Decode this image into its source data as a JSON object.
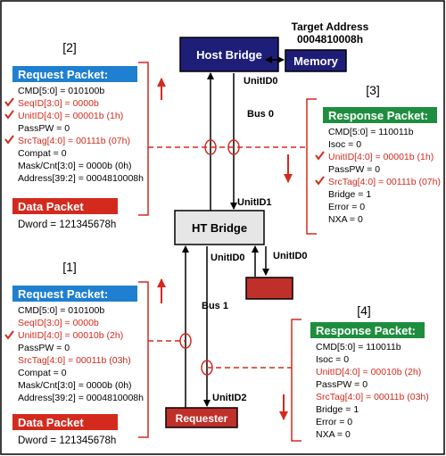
{
  "target": {
    "title": "Target Address",
    "address": "0004810008h"
  },
  "host_bridge": {
    "label": "Host Bridge"
  },
  "memory": {
    "label": "Memory"
  },
  "ht_bridge": {
    "label": "HT Bridge"
  },
  "requester": {
    "label": "Requester"
  },
  "buses": {
    "bus0": "Bus 0",
    "bus1": "Bus 1"
  },
  "unit_labels": {
    "host_unit": "UnitID0",
    "ht_upper": "UnitID1",
    "ht_lower": "UnitID0",
    "side_unit": "UnitID0",
    "requester_unit": "UnitID2"
  },
  "steps": [
    "[2]",
    "[3]",
    "[1]",
    "[4]"
  ],
  "colors": {
    "red": "#d42a1e",
    "blue_box": "#1f7fd0",
    "green_box": "#1e8e3e",
    "navy": "#1e1e78",
    "ht_fill": "#e6e6e6"
  },
  "packets": {
    "req2": {
      "header": "Request Packet:",
      "fields": [
        "CMD[5:0] = 010100b",
        "SeqID[3:0] = 0000b",
        "UnitID[4:0] = 00001b (1h)",
        "PassPW = 0",
        "SrcTag[4:0] = 00111b (07h)",
        "Compat = 0",
        "Mask/Cnt[3:0] = 0000b (0h)",
        "Address[39:2] = 0004810008h"
      ]
    },
    "data2": {
      "header": "Data Packet",
      "value": "Dword = 121345678h"
    },
    "resp3": {
      "header": "Response Packet:",
      "fields": [
        "CMD[5:0] = 110011b",
        "Isoc = 0",
        "UnitID[4:0] = 00001b (1h)",
        "PassPW = 0",
        "SrcTag[4:0] = 00111b (07h)",
        "Bridge = 1",
        "Error = 0",
        "NXA = 0"
      ]
    },
    "req1": {
      "header": "Request Packet:",
      "fields": [
        "CMD[5:0] = 010100b",
        "SeqID[3:0] = 0000b",
        "UnitID[4:0] = 00010b (2h)",
        "PassPW = 0",
        "SrcTag[4:0] = 00011b (03h)",
        "Compat = 0",
        "Mask/Cnt[3:0] = 0000b (0h)",
        "Address[39:2] = 0004810008h"
      ]
    },
    "data1": {
      "header": "Data Packet",
      "value": "Dword = 121345678h"
    },
    "resp4": {
      "header": "Response Packet:",
      "fields": [
        "CMD[5:0] = 110011b",
        "Isoc = 0",
        "UnitID[4:0] = 00010b (2h)",
        "PassPW = 0",
        "SrcTag[4:0] = 00011b (03h)",
        "Bridge = 1",
        "Error = 0",
        "NXA = 0"
      ]
    }
  }
}
